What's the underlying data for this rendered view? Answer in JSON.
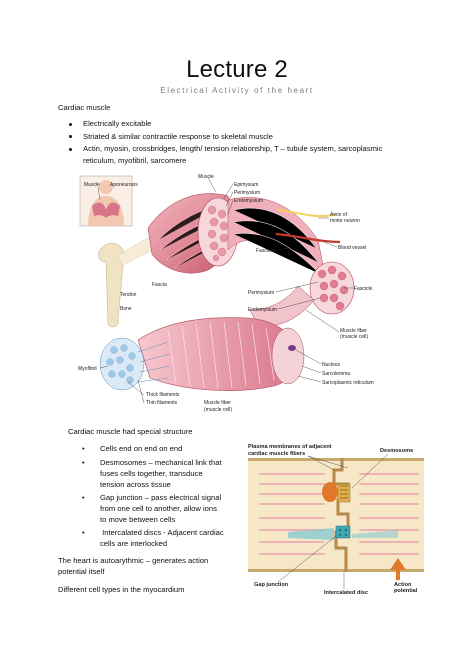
{
  "header": {
    "title": "Lecture 2",
    "subtitle": "Electrical Activity of the heart"
  },
  "section1": {
    "heading": "Cardiac muscle",
    "bullets": [
      "Electrically excitable",
      "Striated & similar contractile response to skeletal muscle",
      "Actin, myosin, crossbridges, length/ tension relationship, T – tubule system, sarcoplasmic",
      "reticulum, myofibril, sarcomere"
    ]
  },
  "figure1": {
    "labels": {
      "muscle_top": "Muscle",
      "aponeurosis": "Aponeurosis",
      "muscle": "Muscle",
      "epimysium": "Epimysium",
      "perimysium_top": "Perimysium",
      "endomysium_top": "Endomysium",
      "axon_1": "Axon of",
      "axon_2": "motor neuron",
      "fascicle_left": "Fascicle",
      "blood_vessel": "Blood vessel",
      "fascia": "Fascia",
      "tendon": "Tendon",
      "fascicle_right": "Fascicle",
      "perimysium_mid": "Perimysium",
      "bone": "Bone",
      "endomysium_mid": "Endomysium",
      "muscle_fiber_1": "Muscle fiber",
      "muscle_fiber_2": "(muscle cell)",
      "myofibril": "Myofibril",
      "nucleus": "Nucleus",
      "sarcolemma": "Sarcolemma",
      "sarcoplasmic_reticulum": "Sarcoplasmic reticulum",
      "thick_filaments": "Thick filaments",
      "thin_filaments": "Thin filaments",
      "muscle_fiber_b1": "Muscle fiber",
      "muscle_fiber_b2": "(muscle cell)"
    }
  },
  "section2": {
    "heading": "Cardiac muscle had special structure",
    "bullets": [
      [
        "Cells end on end on end"
      ],
      [
        "Desmosomes – mechanical link that",
        "fuses cells together, transduce",
        "tension across tissue"
      ],
      [
        "Gap junction – pass electrical signal",
        "from one cell to another, allow ions",
        "to move between cells"
      ],
      [
        " Intercalated discs - Adjacent cardiac",
        "cells are interlocked"
      ]
    ]
  },
  "figure2": {
    "labels": {
      "plasma_1": "Plasma membranes of adjacent",
      "plasma_2": "cardiac muscle fibers",
      "desmosome": "Desmosome",
      "gap_junction": "Gap junction",
      "intercalated_disc": "Intercalated disc",
      "action_1": "Action",
      "action_2": "potential"
    }
  },
  "paragraphs": {
    "autorhythmic_1": "The heart is autoarythmic – generates action",
    "autorhythmic_2": "potential itself",
    "cell_types": "Different cell types in the myocardium"
  },
  "colors": {
    "muscle_pink": "#e28d9a",
    "muscle_dark": "#c4576b",
    "bone": "#efe3c4",
    "myofibril_blue": "#9ec8e6",
    "fiber_bg": "#f6e7c6",
    "desmosome_orange": "#e07a2a",
    "gap_teal": "#3fa8b5"
  }
}
